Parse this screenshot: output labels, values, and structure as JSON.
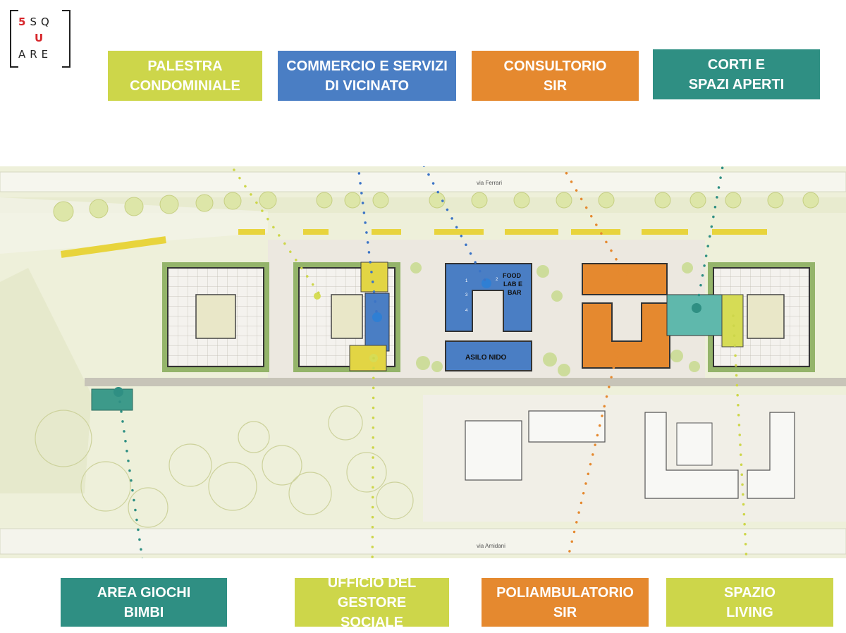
{
  "logo": {
    "line1_num": "5",
    "line1_text": "SQ",
    "line2_text": "U",
    "line3_text": "ARE"
  },
  "colors": {
    "lime": "#cdd64a",
    "blue": "#4a7ec4",
    "orange": "#e5892f",
    "teal": "#2f8f83"
  },
  "labels": {
    "palestra": "PALESTRA\nCONDOMINIALE",
    "commercio": "COMMERCIO E SERVIZI\nDI VICINATO",
    "consultorio": "CONSULTORIO\nSIR",
    "corti": "CORTI E\nSPAZI APERTI",
    "area_giochi": "AREA GIOCHI\nBIMBI",
    "ufficio": "UFFICIO DEL GESTORE\nSOCIALE",
    "poliambulatorio": "POLIAMBULATORIO\nSIR",
    "spazio_living": "SPAZIO\nLIVING"
  },
  "plan": {
    "street_top": "via Ferrari",
    "street_bottom": "via Amidani",
    "food_lab_line1": "FOOD",
    "food_lab_line2": "LAB E",
    "food_lab_line3": "BAR",
    "asilo": "ASILO NIDO",
    "room_numbers": [
      "1",
      "2",
      "3",
      "4"
    ]
  }
}
